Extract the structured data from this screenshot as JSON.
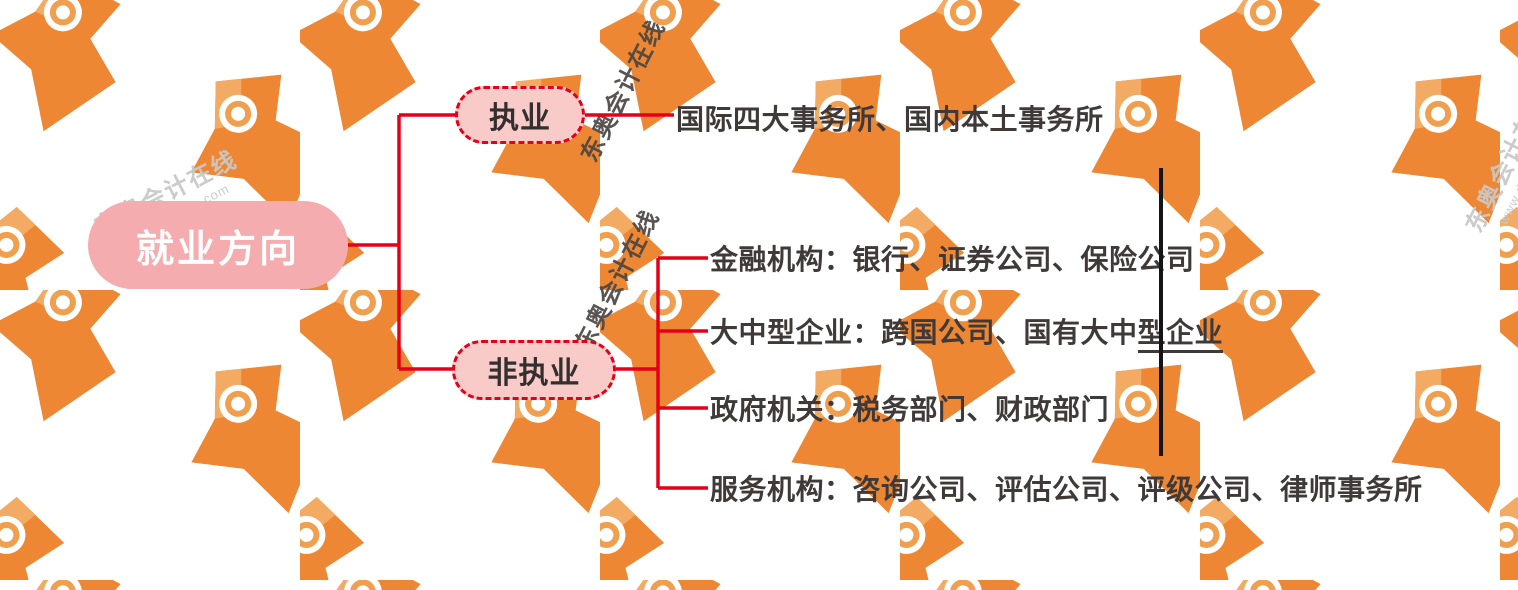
{
  "watermark": {
    "brand": "东奥会计在线",
    "url": "www.dongao.com"
  },
  "root": {
    "label": "就业方向"
  },
  "branches": [
    {
      "label": "执业",
      "items": [
        {
          "text": "国际四大事务所、国内本土事务所"
        }
      ]
    },
    {
      "label": "非执业",
      "items": [
        {
          "text": "金融机构：银行、证券公司、保险公司"
        },
        {
          "text_main": "大中型企业：跨国公司、国有大中",
          "text_underlined": "型企业"
        },
        {
          "text": "政府机关：税务部门、财政部门"
        },
        {
          "text": "服务机构：咨询公司、评估公司、评级公司、律师事务所"
        }
      ]
    }
  ],
  "colors": {
    "connector_red": "#e50019",
    "root_node_pink": "#f5acae",
    "child_node_pink": "#f8cbc9",
    "pattern_orange": "#ed8733",
    "pattern_orange_light": "#f3aa63",
    "circle_ring_orange": "#ef9f4d",
    "text_dark": "#3f3a39",
    "divider_black": "#141414"
  }
}
